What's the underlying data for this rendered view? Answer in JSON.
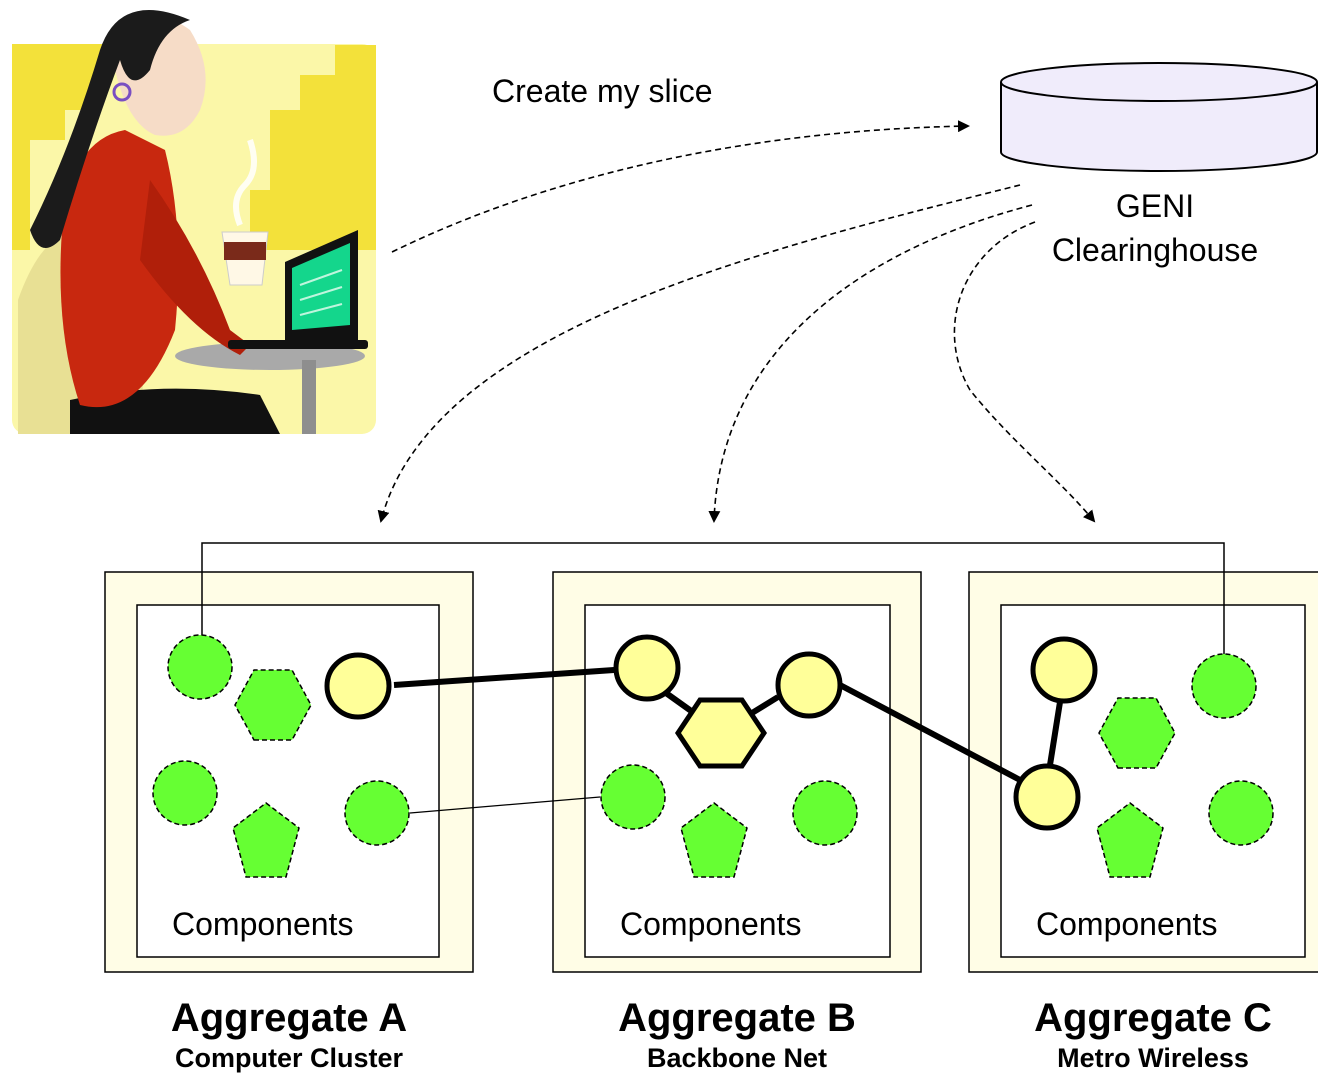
{
  "request": {
    "label": "Create my slice"
  },
  "clearinghouse": {
    "line1": "GENI",
    "line2": "Clearinghouse"
  },
  "aggregates": [
    {
      "name": "Aggregate A",
      "type": "Computer Cluster",
      "components_label": "Components"
    },
    {
      "name": "Aggregate B",
      "type": "Backbone Net",
      "components_label": "Components"
    },
    {
      "name": "Aggregate C",
      "type": "Metro Wireless",
      "components_label": "Components"
    }
  ],
  "colors": {
    "box_fill": "#fffde6",
    "component_free": "#66ff33",
    "component_in_slice": "#ffff99",
    "database": "#f0ecfb",
    "art_background": "#fbf7a8",
    "art_buildings": "#f3e13a",
    "art_jacket": "#c8280f",
    "art_screen": "#14d68c"
  },
  "icons": [
    "user-at-laptop-illustration",
    "database-cylinder-icon"
  ]
}
